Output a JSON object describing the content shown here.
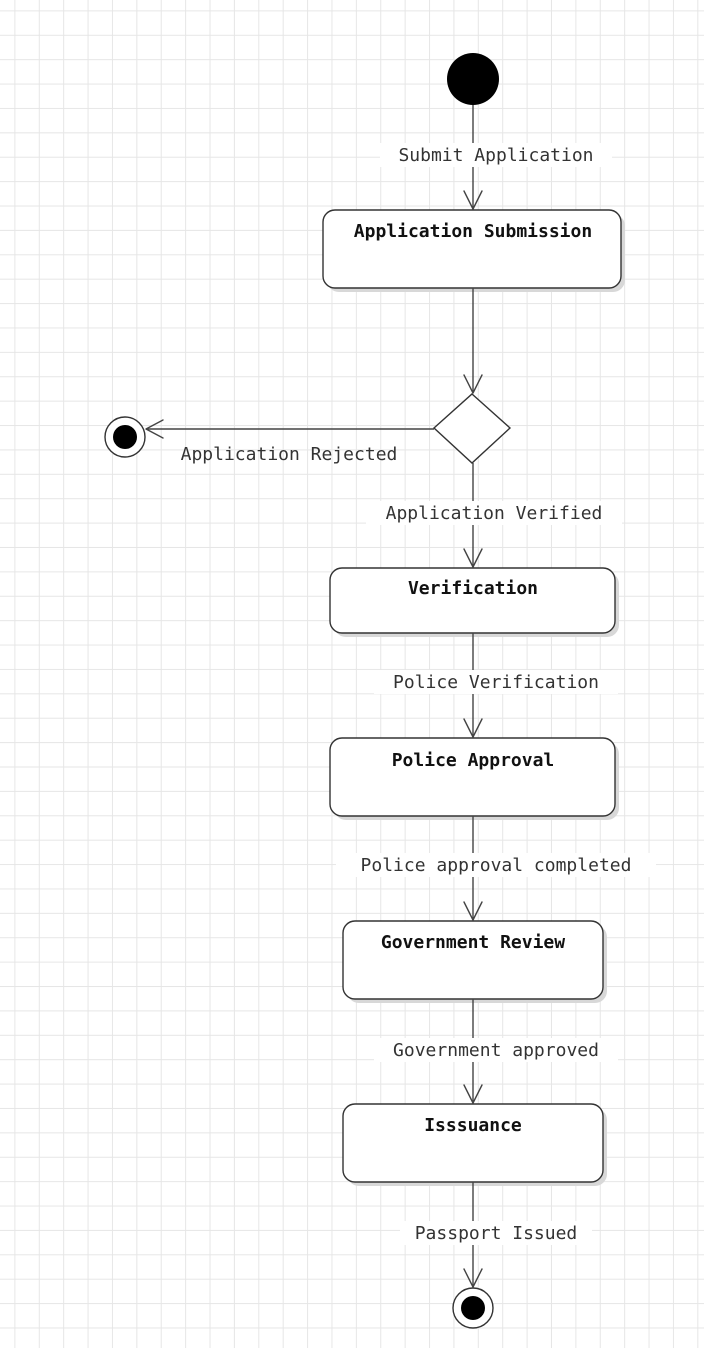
{
  "nodes": {
    "submission": "Application Submission",
    "verification": "Verification",
    "police_approval": "Police Approval",
    "government_review": "Government Review",
    "issuance": "Isssuance"
  },
  "edges": {
    "submit_application": "Submit Application",
    "application_rejected": "Application Rejected",
    "application_verified": "Application Verified",
    "police_verification": "Police Verification",
    "police_approval_completed": "Police approval completed",
    "government_approved": "Government approved",
    "passport_issued": "Passport Issued"
  }
}
